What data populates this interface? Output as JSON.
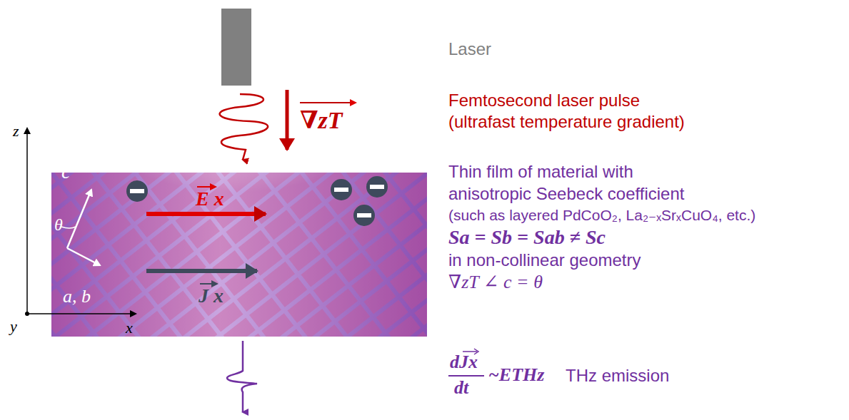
{
  "diagram": {
    "nodes": [
      {
        "text": [
          "c",
          "θ",
          "a, b",
          "E x",
          "J x"
        ]
      }
    ],
    "labels": [
      "Laser",
      "∇zT",
      "Femtosecond laser pulse",
      "(ultrafast temperature gradient)",
      "Thin film of material with",
      "anisotropic Seebeck coefficient",
      "(such as layered PdCoO₂, La₂₋ₓSrₓCuO₄, etc.)",
      "Sa = Sb = Sab ≠ Sc",
      "in non-collinear geometry",
      "∇zT ∠ c = θ",
      "z",
      "y",
      "x",
      "dJx",
      "dt",
      "~ETHz",
      "THz emission"
    ]
  }
}
